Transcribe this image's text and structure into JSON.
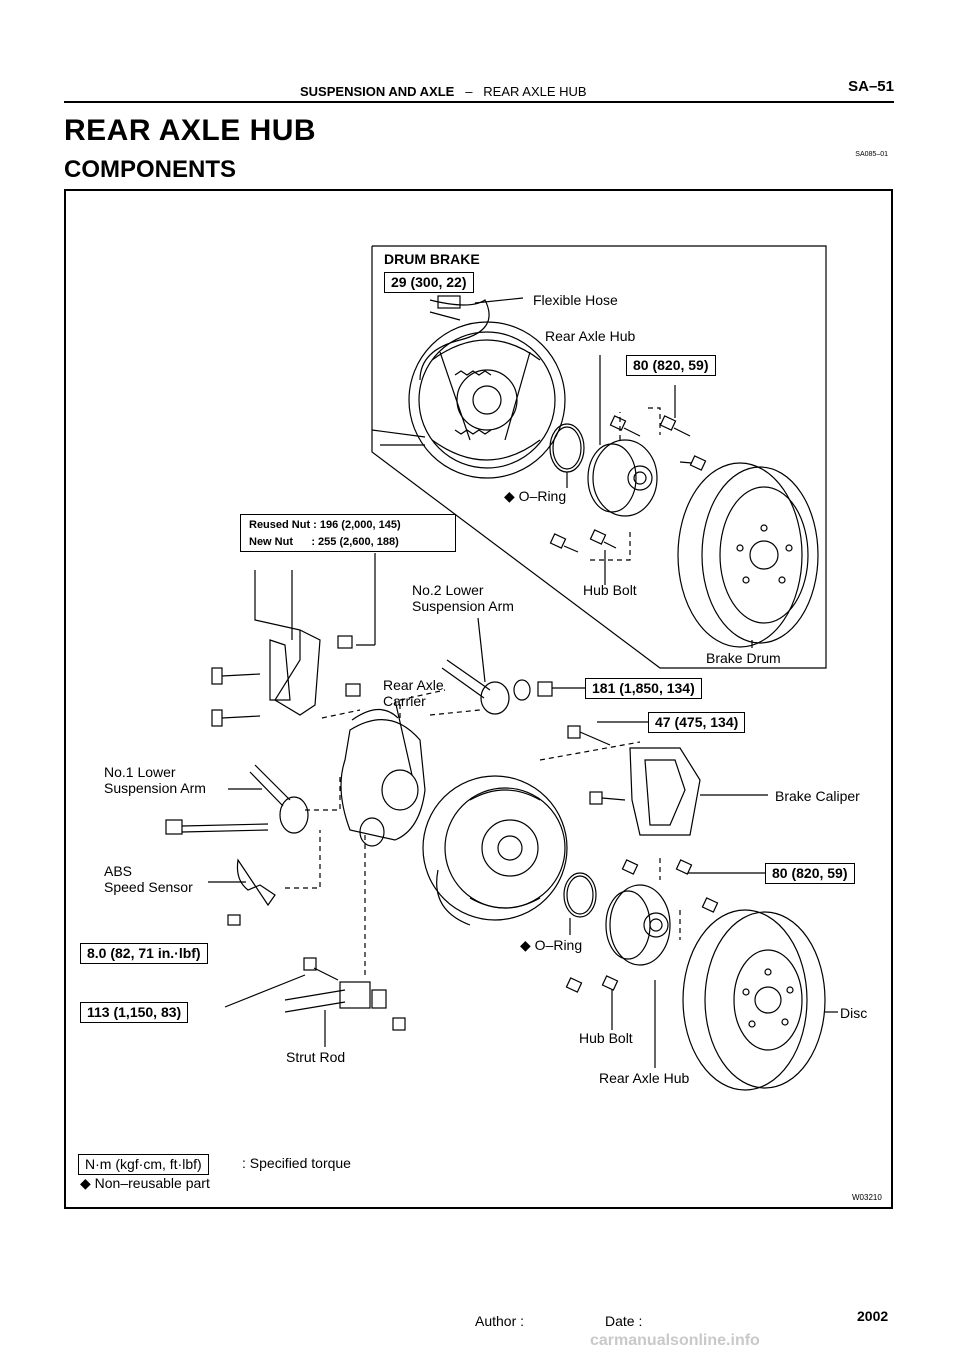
{
  "header": {
    "section": "SUSPENSION AND AXLE",
    "separator": "–",
    "subsection": "REAR AXLE HUB",
    "page": "SA–51"
  },
  "title": "REAR AXLE HUB",
  "subtitle": "COMPONENTS",
  "doc_id": "SA085–01",
  "figure_id": "W03210",
  "drum_brake_title": "DRUM BRAKE",
  "labels": {
    "flexible_hose": "Flexible Hose",
    "rear_axle_hub_top": "Rear Axle Hub",
    "o_ring_top": "◆ O–Ring",
    "hub_bolt_top": "Hub Bolt",
    "no2_lower_arm": "No.2 Lower\nSuspension Arm",
    "brake_drum": "Brake Drum",
    "rear_axle_carrier": "Rear Axle\nCarrier",
    "no1_lower_arm": "No.1 Lower\nSuspension Arm",
    "brake_caliper": "Brake Caliper",
    "abs_sensor": "ABS\nSpeed Sensor",
    "o_ring_bottom": "◆ O–Ring",
    "disc": "Disc",
    "hub_bolt_bottom": "Hub Bolt",
    "strut_rod": "Strut Rod",
    "rear_axle_hub_bottom": "Rear Axle Hub"
  },
  "torques": {
    "t_29": "29 (300, 22)",
    "t_80_top": "80 (820, 59)",
    "t_181": "181 (1,850, 134)",
    "t_47": "47 (475, 134)",
    "t_80_bottom": "80 (820, 59)",
    "t_8": "8.0 (82, 71 in.·lbf)",
    "t_113": "113 (1,150, 83)",
    "reused_nut": "Reused Nut : 196 (2,000, 145)",
    "new_nut": "New Nut      : 255 (2,600, 188)"
  },
  "legend": {
    "unit_box": "N·m (kgf·cm, ft·lbf)",
    "specified": ": Specified torque",
    "non_reusable": "◆ Non–reusable part"
  },
  "footer": {
    "author": "Author :",
    "date": "Date :",
    "year": "2002"
  },
  "watermark": "carmanualsonline.info"
}
